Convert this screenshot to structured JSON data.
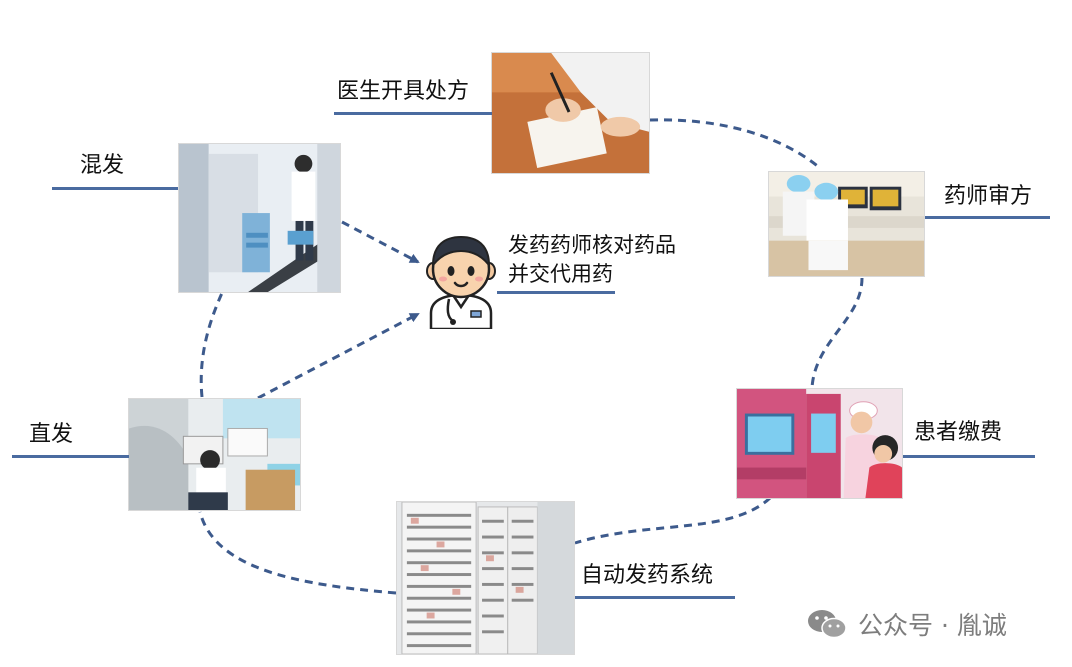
{
  "diagram": {
    "nodes": {
      "doctor_prescribes": {
        "label": "医生开具处方"
      },
      "pharmacist_review": {
        "label": "药师审方"
      },
      "patient_payment": {
        "label": "患者缴费"
      },
      "auto_dispensing": {
        "label": "自动发药系统"
      },
      "direct_dispense": {
        "label": "直发"
      },
      "mixed_dispense": {
        "label": "混发"
      }
    },
    "center": {
      "line1": "发药药师核对药品",
      "line2": "并交代用药"
    },
    "edges": [
      {
        "from": "doctor_prescribes",
        "to": "pharmacist_review",
        "style": "dashed"
      },
      {
        "from": "pharmacist_review",
        "to": "patient_payment",
        "style": "dashed"
      },
      {
        "from": "patient_payment",
        "to": "auto_dispensing",
        "style": "dashed"
      },
      {
        "from": "auto_dispensing",
        "to": "direct_dispense",
        "style": "dashed"
      },
      {
        "from": "direct_dispense",
        "to": "mixed_dispense",
        "style": "dashed"
      },
      {
        "from": "mixed_dispense",
        "to": "center",
        "style": "dashed-arrow"
      },
      {
        "from": "direct_dispense",
        "to": "center",
        "style": "dashed-arrow"
      }
    ],
    "colors": {
      "accent": "#3d5a8c",
      "underline": "#4a6ba0",
      "text": "#111111"
    }
  },
  "watermark": {
    "icon": "wechat-icon",
    "text": "公众号 · 胤诚"
  }
}
